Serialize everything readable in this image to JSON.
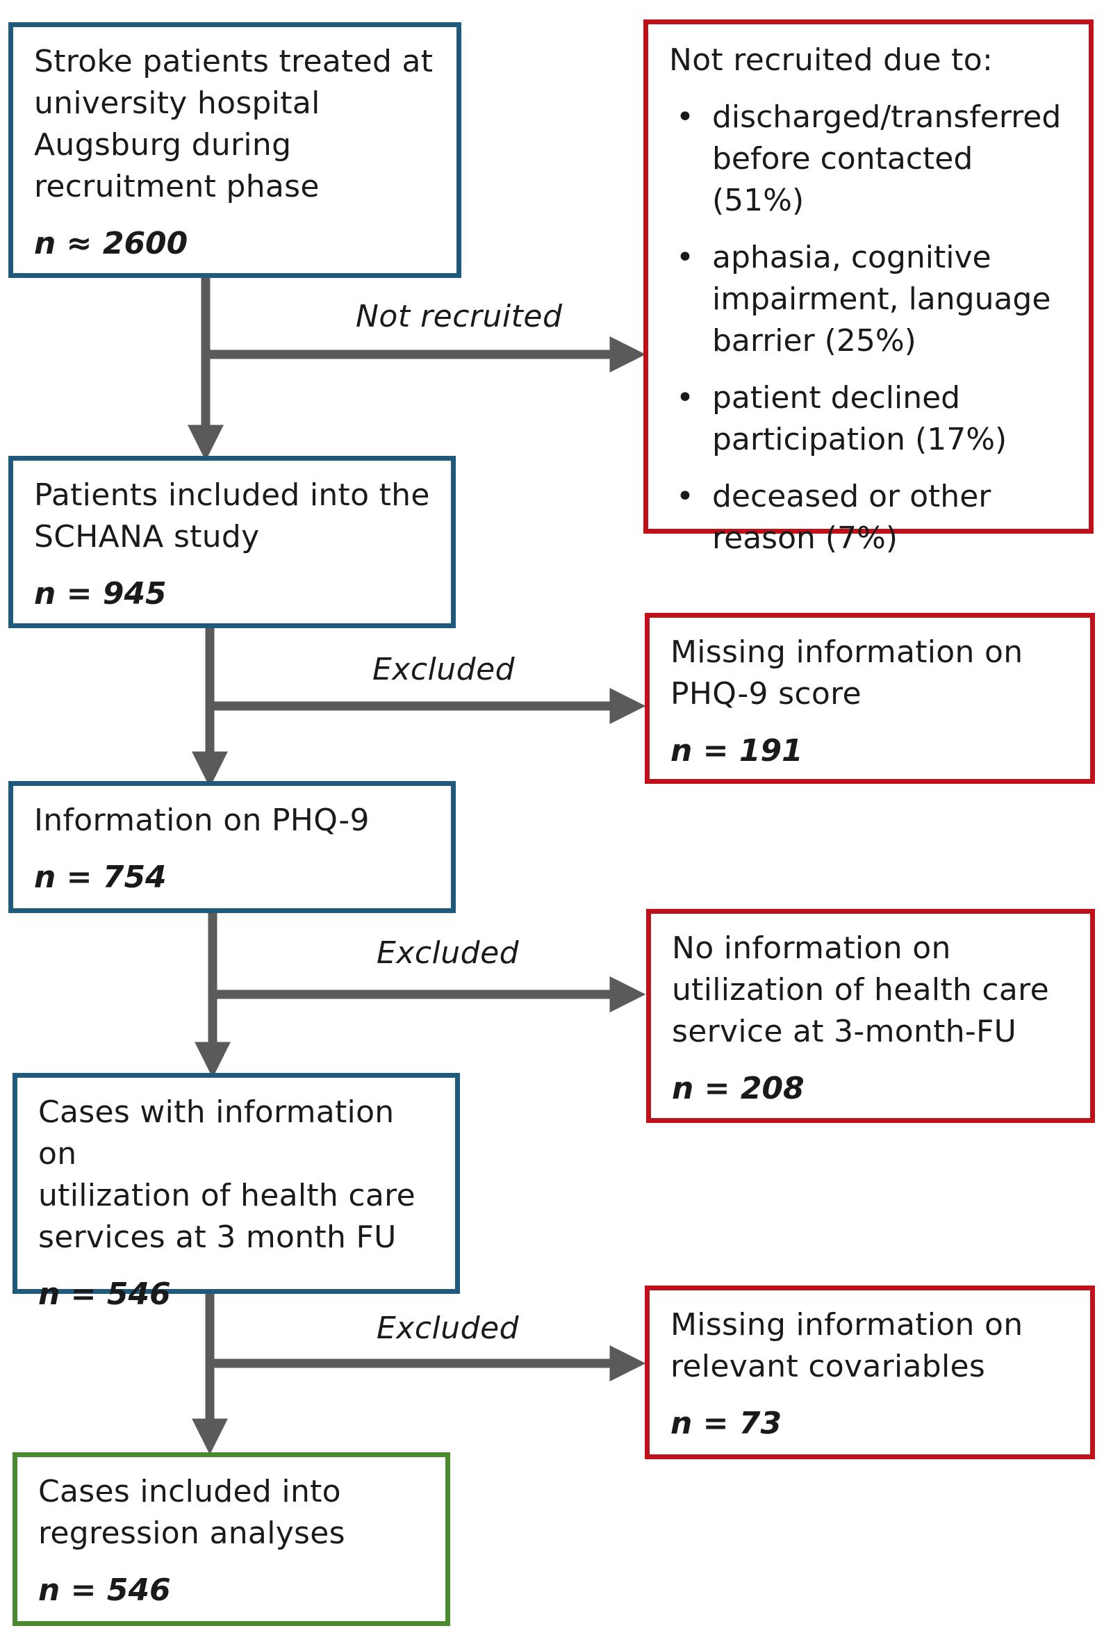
{
  "colors": {
    "blue_border": "#1f5a7d",
    "red_border": "#c0101a",
    "green_border": "#4a8a2f",
    "arrow": "#5a5a5a"
  },
  "flow": {
    "step1": {
      "title": "Stroke patients treated at\nuniversity hospital\nAugsburg during\nrecruitment phase",
      "count": "n ≈ 2600"
    },
    "step2": {
      "title": "Patients included into the\nSCHANA study",
      "count": "n = 945"
    },
    "step3": {
      "title": "Information on PHQ-9",
      "count": "n = 754"
    },
    "step4": {
      "title": "Cases with information on\nutilization of health care\nservices at 3 month FU",
      "count": "n = 546"
    },
    "step5": {
      "title": "Cases included into\nregression analyses",
      "count": "n = 546"
    }
  },
  "branches": {
    "not_recruited": {
      "arrow_label": "Not recruited",
      "title": "Not recruited due to:",
      "bullet": "•",
      "reasons": [
        "discharged/transferred\nbefore contacted (51%)",
        "aphasia, cognitive\nimpairment, language\nbarrier (25%)",
        "patient declined\nparticipation (17%)",
        "deceased or other\nreason (7%)"
      ]
    },
    "excluded_phq": {
      "arrow_label": "Excluded",
      "title": "Missing information on\nPHQ-9 score",
      "count": "n = 191"
    },
    "excluded_utilization": {
      "arrow_label": "Excluded",
      "title": "No information on\nutilization of health care\nservice at 3-month-FU",
      "count": "n =  208"
    },
    "excluded_covariables": {
      "arrow_label": "Excluded",
      "title": "Missing information on\nrelevant covariables",
      "count": "n =  73"
    }
  }
}
